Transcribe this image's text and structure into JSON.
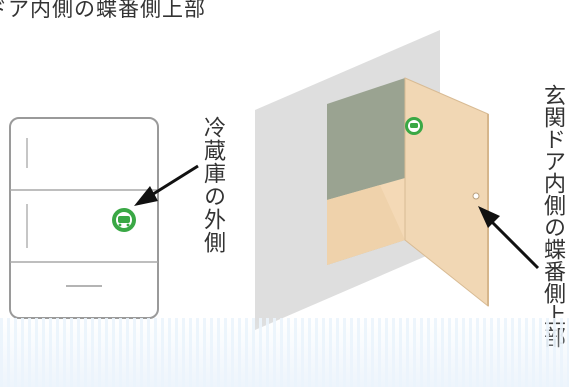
{
  "caption_top": "ドア内側の蝶番側上部",
  "labels": {
    "fridge_exterior": "冷蔵庫の外側",
    "entrance_door_hinge_top": "玄関ドア内側の蝶番側上部"
  },
  "colors": {
    "wall": "#dedede",
    "door_panel": "#f1d7b4",
    "door_interior_back": "#9aa391",
    "door_floor": "#f4d9b6",
    "badge_green": "#3aa845",
    "fridge_outline": "#9a9a9a",
    "arrow": "#111111"
  }
}
